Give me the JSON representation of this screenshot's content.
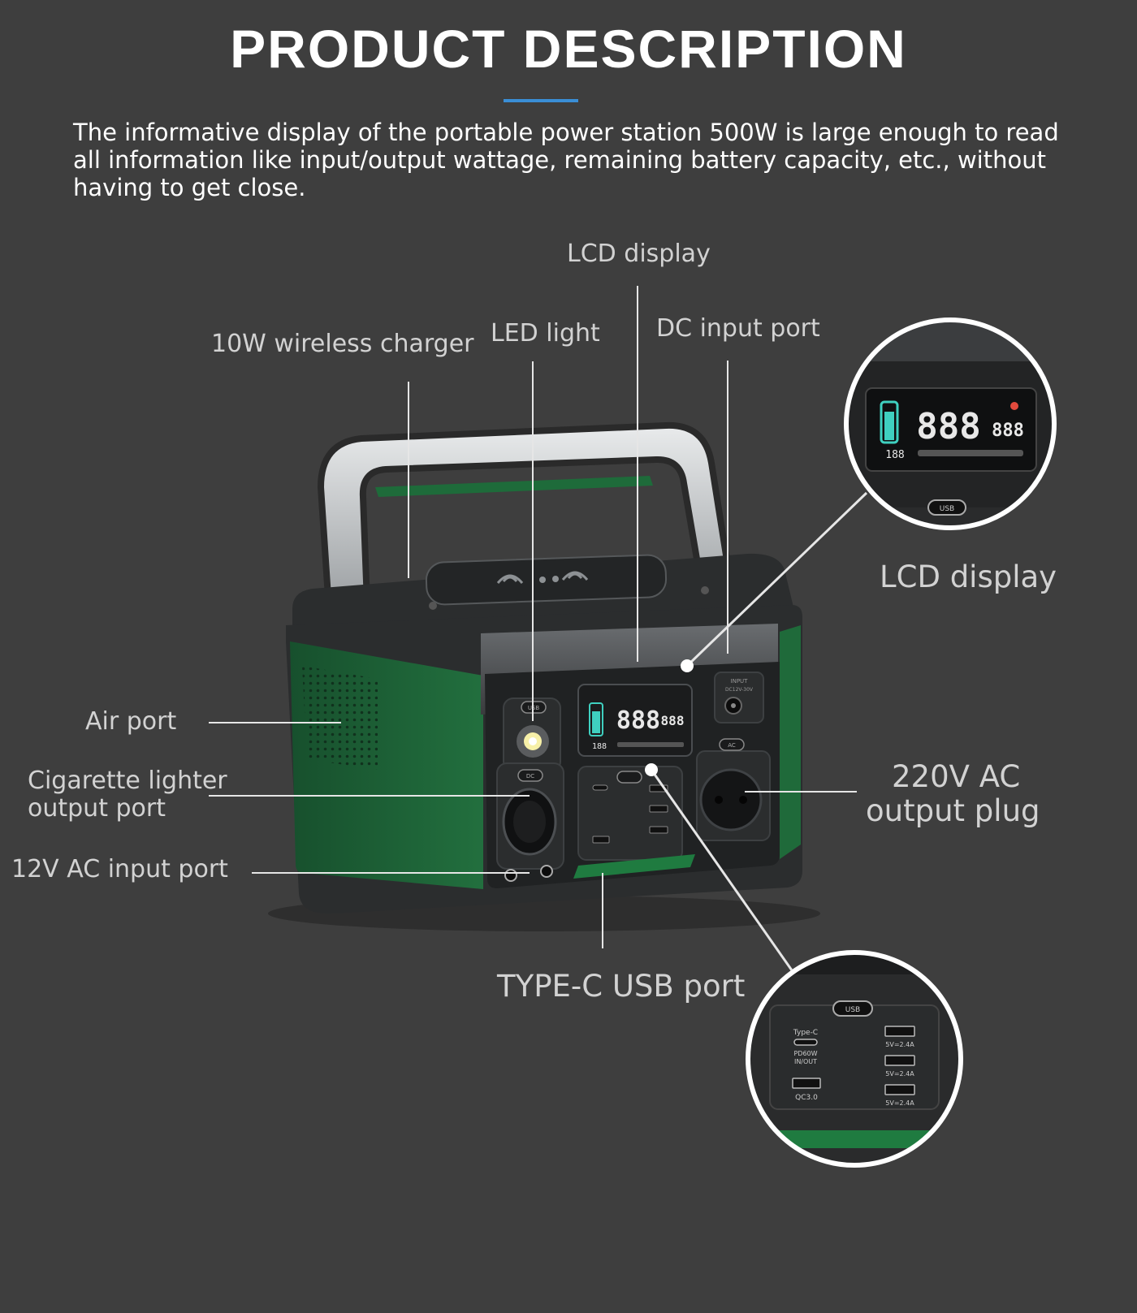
{
  "header": {
    "title": "PRODUCT DESCRIPTION",
    "description": "The informative display of the portable power station 500W is large enough to read all information like input/output wattage, remaining battery capacity, etc., without having to get close."
  },
  "callouts": {
    "lcd_display_top": "LCD display",
    "wireless_charger": "10W wireless charger",
    "led_light": "LED light",
    "dc_input_port": "DC input port",
    "lcd_display_zoom": "LCD display",
    "air_port": "Air port",
    "cigarette_lighter_1": "Cigarette lighter",
    "cigarette_lighter_2": "output port",
    "ac_input_port": "12V AC input  port",
    "ac_output_1": "220V AC",
    "ac_output_2": "output plug",
    "type_c_usb_port": "TYPE-C  USB port"
  },
  "device_markings": {
    "lcd_digits": "888",
    "lcd_small_digits": "888",
    "lcd_percent": "188",
    "usb_button": "USB",
    "dc_button": "DC",
    "ac_button": "AC",
    "input_label": "INPUT",
    "input_spec": "DC12V-30V",
    "type_c_label": "Type-C",
    "pd_label": "PD60W",
    "in_out_label": "IN/OUT",
    "qc_label": "QC3.0",
    "usb_spec": "5V=2.4A"
  },
  "colors": {
    "background": "#3e3e3e",
    "accent_rule": "#3a8ed6",
    "device_green": "#1f6a3a",
    "device_body": "#2b2d2e",
    "lcd_teal": "#3fd0c0"
  }
}
